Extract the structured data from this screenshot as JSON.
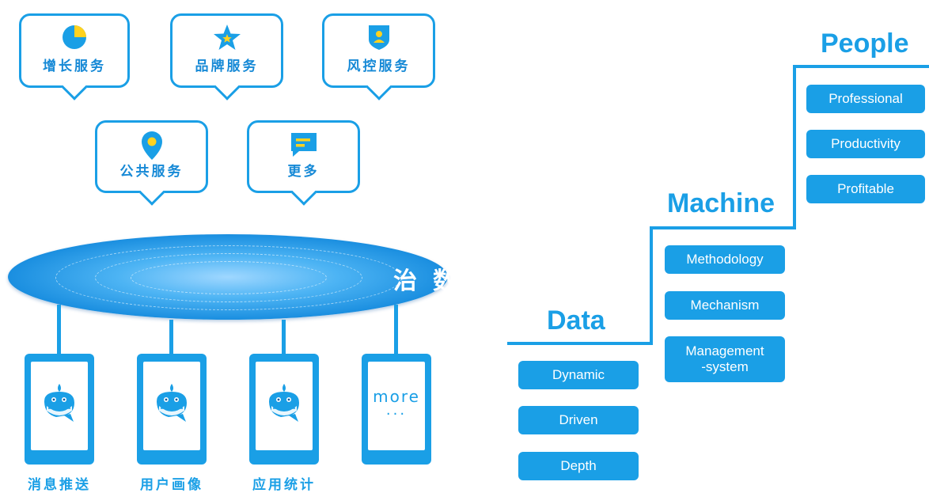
{
  "services": [
    {
      "label": "增长服务",
      "icon": "pie-chart-icon"
    },
    {
      "label": "品牌服务",
      "icon": "star-icon"
    },
    {
      "label": "风控服务",
      "icon": "shield-user-icon"
    },
    {
      "label": "公共服务",
      "icon": "location-pin-icon"
    },
    {
      "label": "更多",
      "icon": "message-icon"
    }
  ],
  "platform": {
    "title": "治数平台"
  },
  "devices": [
    {
      "label": "消息推送",
      "icon": "whale-mascot-icon"
    },
    {
      "label": "用户画像",
      "icon": "whale-mascot-icon"
    },
    {
      "label": "应用统计",
      "icon": "whale-mascot-icon"
    },
    {
      "more_text": "more",
      "more_dots": "···"
    }
  ],
  "staircase": {
    "data": {
      "heading": "Data",
      "items": [
        "Dynamic",
        "Driven",
        "Depth"
      ]
    },
    "machine": {
      "heading": "Machine",
      "items": [
        "Methodology",
        "Mechanism",
        "Management\n-system"
      ]
    },
    "people": {
      "heading": "People",
      "items": [
        "Professional",
        "Productivity",
        "Profitable"
      ]
    }
  },
  "colors": {
    "primary": "#1a9fe6",
    "accent_yellow": "#ffd21f",
    "white": "#ffffff"
  }
}
